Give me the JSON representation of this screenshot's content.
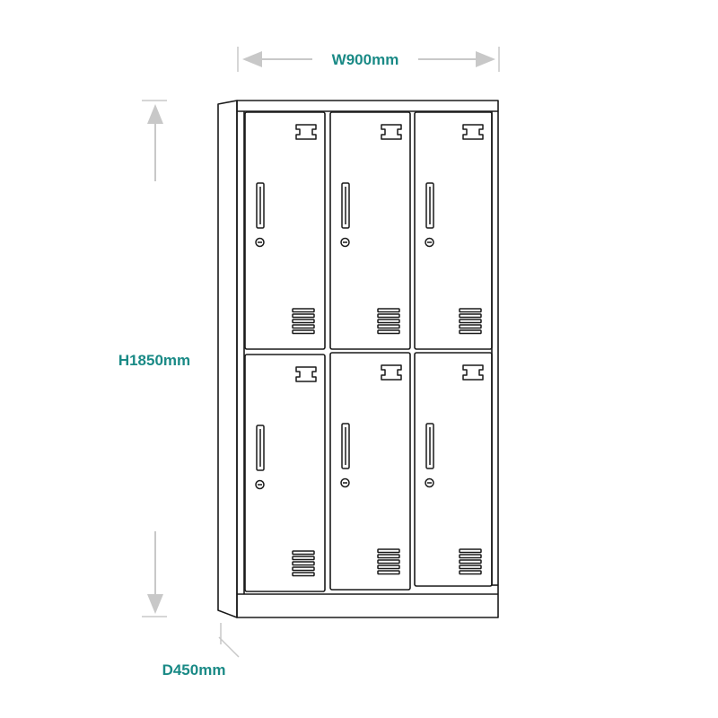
{
  "dimensions": {
    "width_label": "W900mm",
    "height_label": "H1850mm",
    "depth_label": "D450mm"
  },
  "colors": {
    "dimension_text": "#1a8a86",
    "dimension_line": "#c8c8c8",
    "outline": "#1a1a1a",
    "background": "#ffffff"
  },
  "locker": {
    "columns": 3,
    "rows": 2,
    "doors": [
      {
        "position": "top-left",
        "lock_icon": "keyhole-icon",
        "handle": "vertical-handle",
        "vents": 5
      },
      {
        "position": "top-middle",
        "lock_icon": "keyhole-icon",
        "handle": "vertical-handle",
        "vents": 5
      },
      {
        "position": "top-right",
        "lock_icon": "keyhole-icon",
        "handle": "vertical-handle",
        "vents": 5
      },
      {
        "position": "bottom-left",
        "lock_icon": "keyhole-icon",
        "handle": "vertical-handle",
        "vents": 5
      },
      {
        "position": "bottom-middle",
        "lock_icon": "keyhole-icon",
        "handle": "vertical-handle",
        "vents": 5
      },
      {
        "position": "bottom-right",
        "lock_icon": "keyhole-icon",
        "handle": "vertical-handle",
        "vents": 5
      }
    ]
  }
}
